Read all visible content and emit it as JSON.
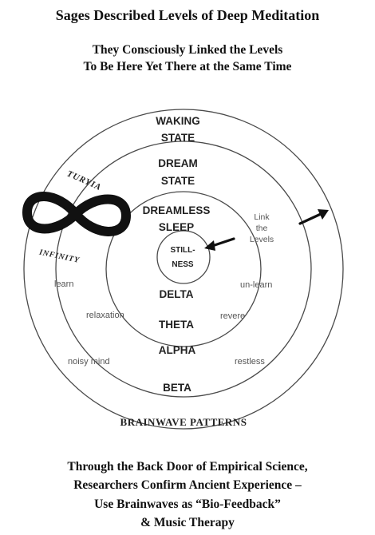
{
  "header": {
    "title": "Sages Described Levels of Deep Meditation",
    "subtitle_line1": "They Consciously Linked the Levels",
    "subtitle_line2": "To Be Here Yet There at the Same Time"
  },
  "diagram": {
    "levels_top": {
      "waking_1": "WAKING",
      "waking_2": "STATE",
      "dream_1": "DREAM",
      "dream_2": "STATE",
      "dreamless_1": "DREAMLESS",
      "dreamless_2": "SLEEP",
      "stillness_1": "STILL-",
      "stillness_2": "NESS"
    },
    "levels_bottom": {
      "delta": "DELTA",
      "theta": "THETA",
      "alpha": "ALPHA",
      "beta": "BETA"
    },
    "left_labels": {
      "learn": "learn",
      "relaxation": "relaxation",
      "noisy_mind": "noisy mind"
    },
    "right_labels": {
      "unlearn": "un-learn",
      "revere": "revere",
      "restless": "restless"
    },
    "link_levels": {
      "line1": "Link",
      "line2": "the",
      "line3": "Levels"
    },
    "infinity": {
      "turyia": "TURYIA",
      "infinity": "INFINITY"
    },
    "caption": "BRAINWAVE PATTERNS"
  },
  "footer": {
    "line1": "Through the Back Door of Empirical Science,",
    "line2": "Researchers Confirm Ancient Experience  –",
    "line3": "Use Brainwaves as “Bio-Feedback”",
    "line4": "& Music Therapy"
  }
}
